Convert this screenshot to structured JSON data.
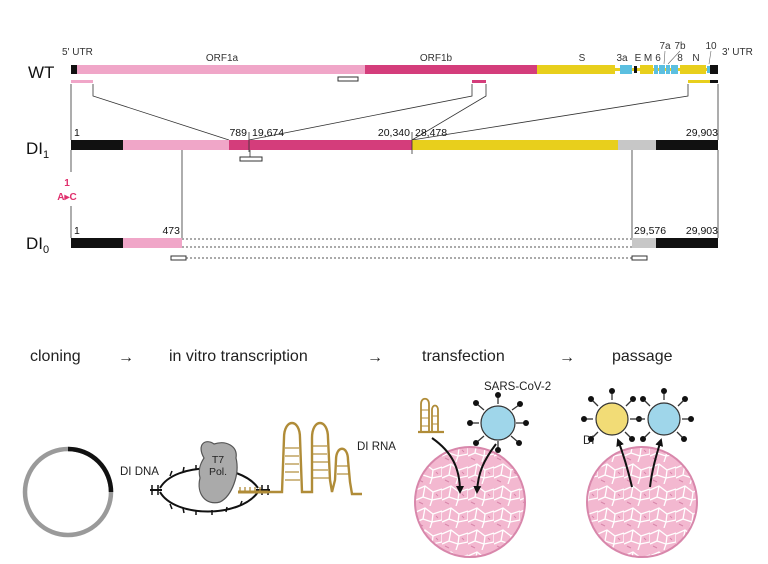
{
  "colors": {
    "utr": "#111111",
    "orf1a": "#f0a6c8",
    "orf1b": "#d43d7b",
    "spike": "#e8cf1c",
    "accessory": "#5bbfe0",
    "tail": "#c7c7c7",
    "mutation": "#e0306d",
    "virion_sars": "#9fd6ea",
    "virion_di": "#f2dc76",
    "cell": "#f3b8d0",
    "rna": "#b08c38"
  },
  "genome": {
    "wt_label": "WT",
    "utr5": "5' UTR",
    "utr3": "3' UTR",
    "genes": {
      "orf1a": "ORF1a",
      "orf1b": "ORF1b",
      "s": "S",
      "orf3a": "3a",
      "e": "E",
      "m": "M",
      "orf6": "6",
      "orf7a": "7a",
      "orf7b": "7b",
      "orf8": "8",
      "n": "N",
      "orf10": "10"
    }
  },
  "di1": {
    "label_main": "DI",
    "label_sub": "1",
    "pos_start": "1",
    "pos_789": "789",
    "pos_19674": "19,674",
    "pos_20340": "20,340",
    "pos_28478": "28,478",
    "pos_end": "29,903"
  },
  "mutation": {
    "position": "1",
    "change": "A▸C"
  },
  "di0": {
    "label_main": "DI",
    "label_sub": "0",
    "pos_start": "1",
    "pos_473": "473",
    "pos_29576": "29,576",
    "pos_end": "29,903"
  },
  "workflow": {
    "steps": [
      "cloning",
      "in vitro transcription",
      "transfection",
      "passage"
    ],
    "arrow": "→",
    "di_dna": "DI DNA",
    "t7": "T7",
    "pol": "Pol.",
    "di_rna": "DI RNA",
    "sars": "SARS-CoV-2",
    "di": "DI"
  }
}
